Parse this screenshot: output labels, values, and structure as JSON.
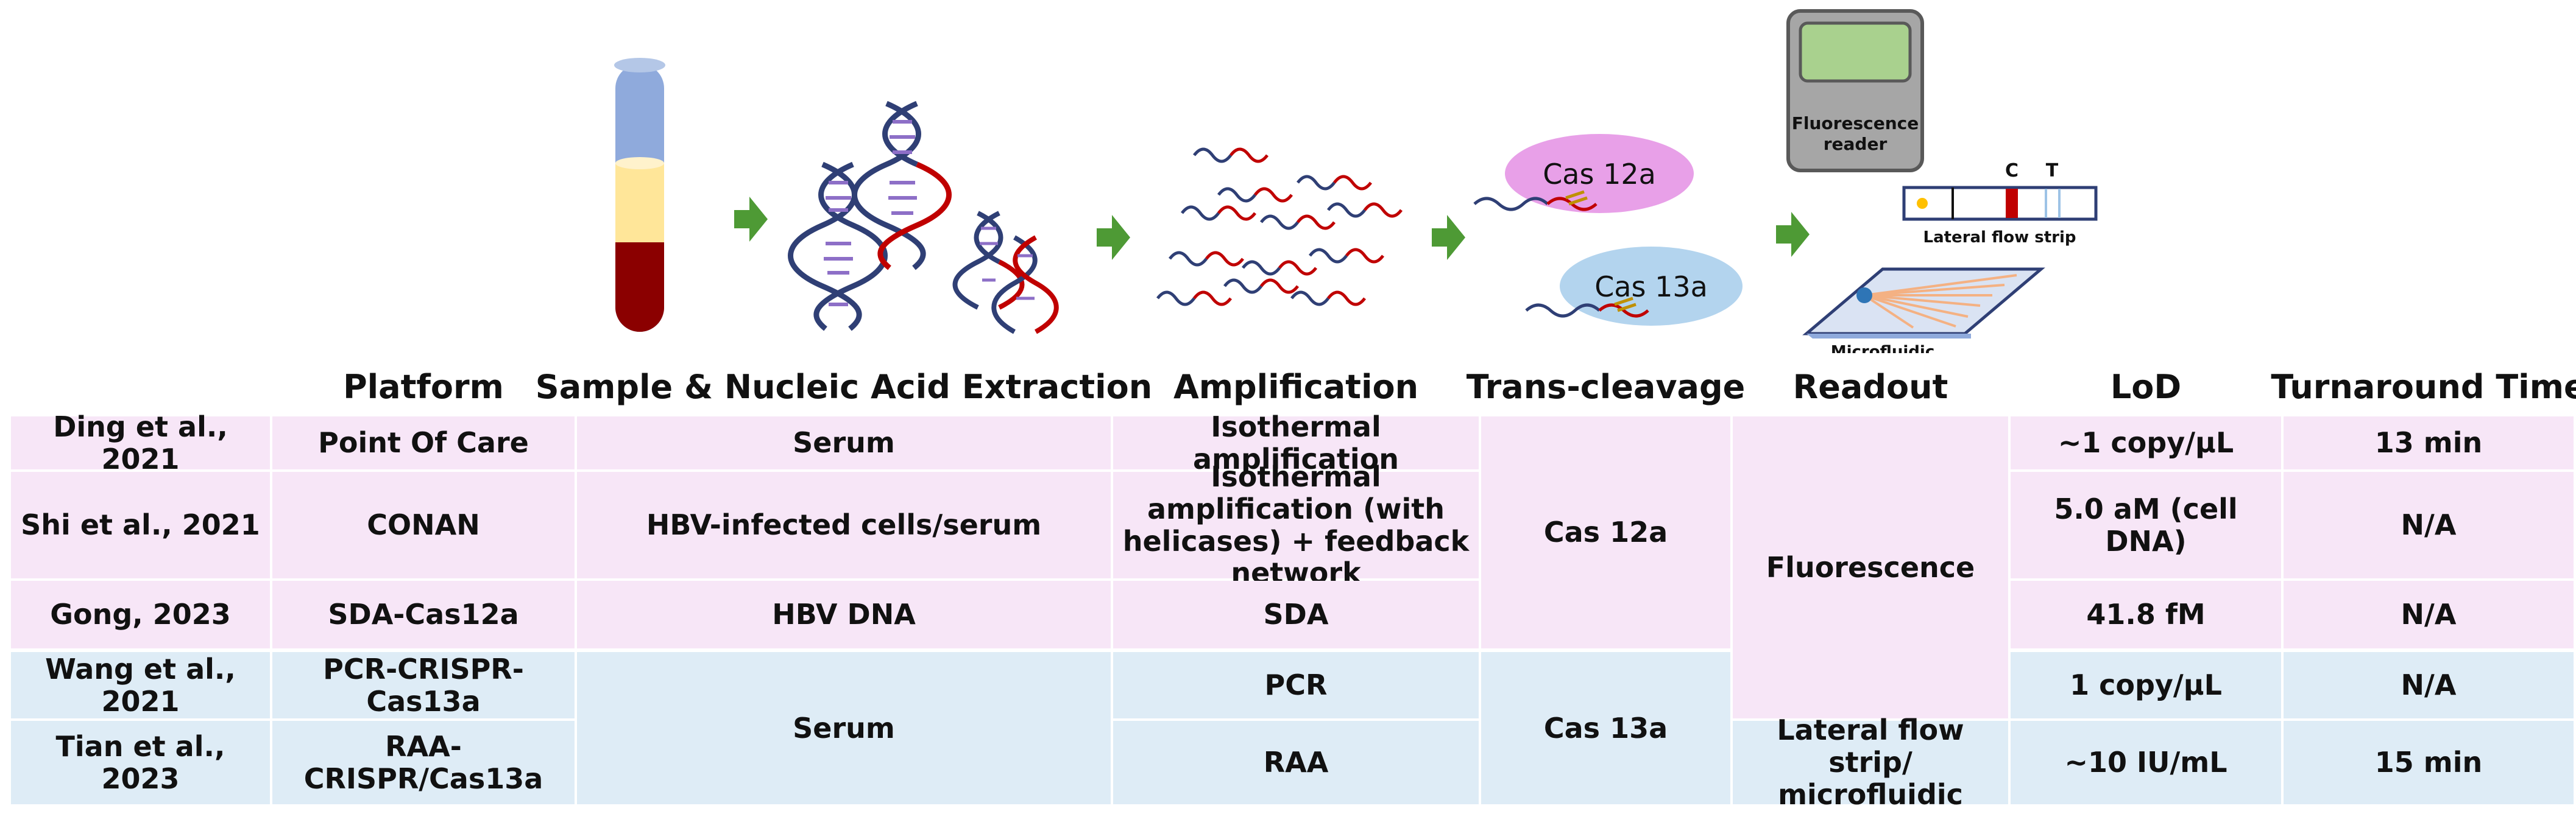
{
  "figure": {
    "labels": {
      "cas12a": "Cas 12a",
      "cas13a": "Cas 13a",
      "fluorescence_reader_line1": "Fluorescence",
      "fluorescence_reader_line2": "reader",
      "strip_c": "C",
      "strip_t": "T",
      "lateral_flow_strip": "Lateral flow strip",
      "microfluidic": "Microfluidic"
    },
    "icons": [
      "blood-tube-icon",
      "dna-helix-icon",
      "amplicon-strands-icon",
      "cas12a-icon",
      "cas13a-icon",
      "fluorescence-reader-icon",
      "lateral-flow-strip-icon",
      "microfluidic-chip-icon",
      "arrow-right-icon"
    ],
    "colors": {
      "arrow": "#4e9a35",
      "cas12a": "#e8a0e8",
      "cas13a": "#b3d4ee",
      "reader": "#a9d18e",
      "dna_blue": "#2f3f75",
      "dna_red": "#c00000"
    }
  },
  "table": {
    "headers": {
      "platform": "Platform",
      "sample": "Sample & Nucleic Acid Extraction",
      "amplification": "Amplification",
      "trans": "Trans-cleavage",
      "readout": "Readout",
      "lod": "LoD",
      "time": "Turnaround Time"
    },
    "rows": [
      {
        "study": "Ding et al., 2021",
        "platform": "Point Of Care",
        "sample": "Serum",
        "amplification": "Isothermal amplification",
        "lod": "~1 copy/μL",
        "time": "13 min"
      },
      {
        "study": "Shi et al., 2021",
        "platform": "CONAN",
        "sample": "HBV-infected cells/serum",
        "amplification": "Isothermal amplification (with helicases) + feedback network",
        "lod": "5.0 aM (cell DNA)",
        "time": "N/A"
      },
      {
        "study": "Gong, 2023",
        "platform": "SDA-Cas12a",
        "sample": "HBV DNA",
        "amplification": "SDA",
        "lod": "41.8 fM",
        "time": "N/A"
      },
      {
        "study": "Wang et al., 2021",
        "platform": "PCR-CRISPR-Cas13a",
        "amplification": "PCR",
        "lod": "1 copy/μL",
        "time": "N/A"
      },
      {
        "study": "Tian et al., 2023",
        "platform": "RAA-CRISPR/Cas13a",
        "amplification": "RAA",
        "lod": "~10 IU/mL",
        "time": "15 min"
      }
    ],
    "merged": {
      "serum_blue": "Serum",
      "cas12a": "Cas 12a",
      "cas13a": "Cas 13a",
      "fluorescence": "Fluorescence",
      "lateral_flow": "Lateral flow strip/ microfluidic"
    },
    "colors": {
      "pink": "#f7e6f7",
      "blue": "#deecf6"
    }
  }
}
